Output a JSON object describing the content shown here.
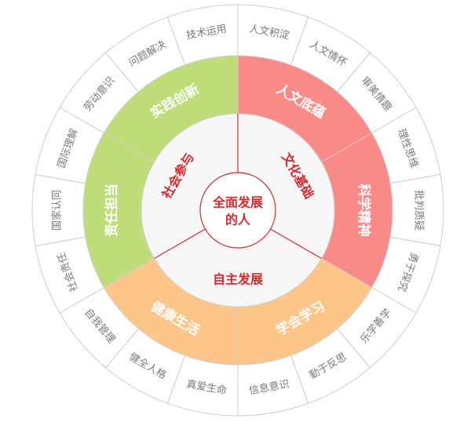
{
  "diagram": {
    "center": {
      "line1": "全面发展",
      "line2": "的人"
    },
    "inner": [
      "文化基础",
      "自主发展",
      "社会参与"
    ],
    "middle": [
      "人文底蕴",
      "科学精神",
      "学会学习",
      "健康生活",
      "责任担当",
      "实践创新"
    ],
    "outer": [
      "人文积淀",
      "人文情怀",
      "审美情趣",
      "理性思维",
      "批判质疑",
      "勇于探究",
      "乐学善学",
      "勤于反思",
      "信息意识",
      "真爱生命",
      "健全人格",
      "自我管理",
      "社会责任",
      "国家认同",
      "国际理解",
      "劳动意识",
      "问题解决",
      "技术运用"
    ],
    "colors": {
      "culture": "#f98a88",
      "autonomy": "#fdc688",
      "society": "#bedc78",
      "inner_fill": "#f6f6f6",
      "accent_red": "#d62a2f",
      "outer_text": "#7a7a7a",
      "line": "#cccccc"
    }
  }
}
